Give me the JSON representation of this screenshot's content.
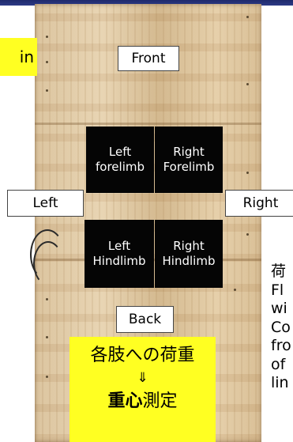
{
  "top_tag": {
    "text": "in"
  },
  "labels": {
    "front": "Front",
    "back": "Back",
    "left": "Left",
    "right": "Right"
  },
  "sensors": {
    "left_forelimb": [
      "Left",
      "forelimb"
    ],
    "right_forelimb": [
      "Right",
      "Forelimb"
    ],
    "left_hindlimb": [
      "Left",
      "Hindlimb"
    ],
    "right_hindlimb": [
      "Right",
      "Hindlimb"
    ]
  },
  "caption": {
    "line1": "各肢への荷重",
    "arrow": "⇓",
    "line3_bold": "重心",
    "line3_rest": "測定"
  },
  "side_text_lines": [
    "荷",
    "Fl",
    "wi",
    "Co",
    "fro",
    "of",
    "lin"
  ],
  "colors": {
    "highlight": "#ffff22",
    "sensor": "#050505",
    "header": "#1f2a6b"
  }
}
